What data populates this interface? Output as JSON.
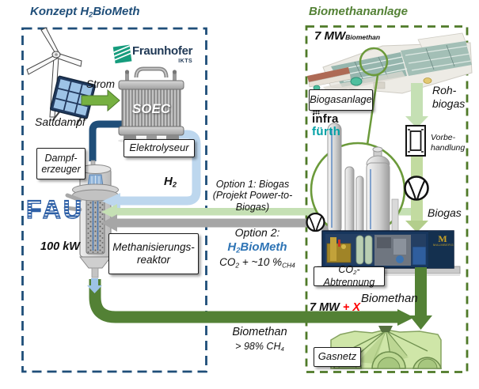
{
  "left": {
    "title_pre": "Konzept H",
    "title_sub": "2",
    "title_post": "BioMeth",
    "strom": "Strom",
    "sattdampf": "Sattdampf",
    "dampferzeuger_l1": "Dampf-",
    "dampferzeuger_l2": "erzeuger",
    "elektrolyseur": "Elektrolyseur",
    "soec": "SOEC",
    "fraunhofer": "Fraunhofer",
    "fraunhofer_inst": "IKTS",
    "fau": "FAU",
    "h2_base": "H",
    "h2_sub": "2",
    "meth_l1": "Methanisierungs-",
    "meth_l2": "reaktor",
    "power": "100 kW"
  },
  "corridor": {
    "option1_l1": "Option 1: Biogas",
    "option1_l2": "(Projekt Power-to-Biogas)",
    "option2": "Option 2:",
    "o2_pre": "H",
    "o2_sub": "2",
    "o2_post": "BioMeth",
    "f_p1": "CO",
    "f_s1": "2",
    "f_p2": " + ~10 %",
    "f_s2": "CH4",
    "biomethan": "Biomethan",
    "purity_pre": "> 98% CH",
    "purity_sub": "4"
  },
  "right": {
    "title": "Biomethananlage",
    "cap_pre": "7 MW",
    "cap_sub": "Biomethan",
    "biogasanlage": "Biogasanlage",
    "infra": "infra",
    "fuerth": "fürth",
    "roh_l1": "Roh-",
    "roh_l2": "biogas",
    "vorb_l1": "Vorbe-",
    "vorb_l2": "handlung",
    "biogas": "Biogas",
    "co2_p1": "CO",
    "co2_s1": "2",
    "co2_p2": "-Abtrennung",
    "malmberg_m": "M",
    "malmberg": "MALMBERG",
    "out_mw": "7 MW",
    "out_x": "+ X",
    "out_biomethan": "Biomethan",
    "gasnetz": "Gasnetz"
  },
  "icons": {
    "wind_turbine": "wind-turbine-icon",
    "solar_panel": "solar-panel-icon",
    "compressor": "circle-with-fan-arcs",
    "vorbehandlung_unit": "vessel-in-frame-icon",
    "magnifier_circle": "zoom-detail-circle"
  },
  "colors": {
    "blue_dark": "#1F4E79",
    "green_dark": "#538135",
    "green_bright": "#76B041",
    "green_light": "#C5E0B4",
    "green_mid": "#C2DBA0",
    "blue_light": "#BDD7EE",
    "gray_arrow": "#A6A6A6",
    "accent_blue": "#2E74B5",
    "red": "#FF0000",
    "teal": "#00A0A5",
    "fraunhofer_green": "#169C7D",
    "container_navy": "#17365D",
    "malmberg_gold": "#C9A227"
  }
}
